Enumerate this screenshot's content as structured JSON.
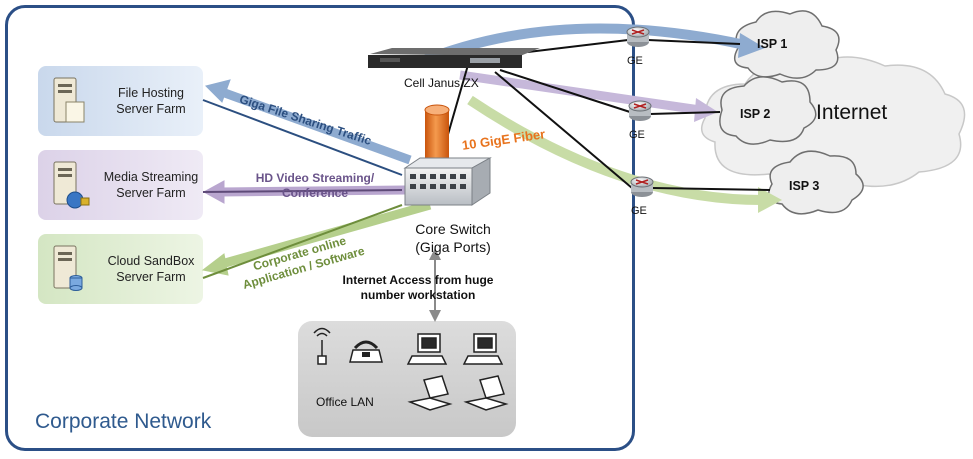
{
  "network": {
    "corporate_label": "Corporate Network",
    "device_label": "Cell Janus ZX",
    "switch_label_line1": "Core Switch",
    "switch_label_line2": "(Giga Ports)",
    "fiber_label": "10 GigE Fiber",
    "internet_access_line1": "Internet Access from huge",
    "internet_access_line2": "number workstation",
    "office_lan": "Office LAN",
    "internet_label": "Internet",
    "isps": [
      {
        "label": "ISP 1",
        "link": "GE"
      },
      {
        "label": "ISP 2",
        "link": "GE"
      },
      {
        "label": "ISP 3",
        "link": "GE"
      }
    ],
    "farms": [
      {
        "line1": "File Hosting",
        "line2": "Server Farm",
        "traffic": "Giga File Sharing Traffic"
      },
      {
        "line1": "Media Streaming",
        "line2": "Server Farm",
        "traffic_line1": "HD Video Streaming/",
        "traffic_line2": "Conference"
      },
      {
        "line1": "Cloud SandBox",
        "line2": "Server Farm",
        "traffic_line1": "Corporate online",
        "traffic_line2": "Application / Software"
      }
    ]
  },
  "colors": {
    "frame": "#2b4f86",
    "blue_arrow": "#8eabd0",
    "purple_arrow": "#b9a6cf",
    "green_arrow": "#b5cf8c",
    "fiber": "#e8731d"
  }
}
